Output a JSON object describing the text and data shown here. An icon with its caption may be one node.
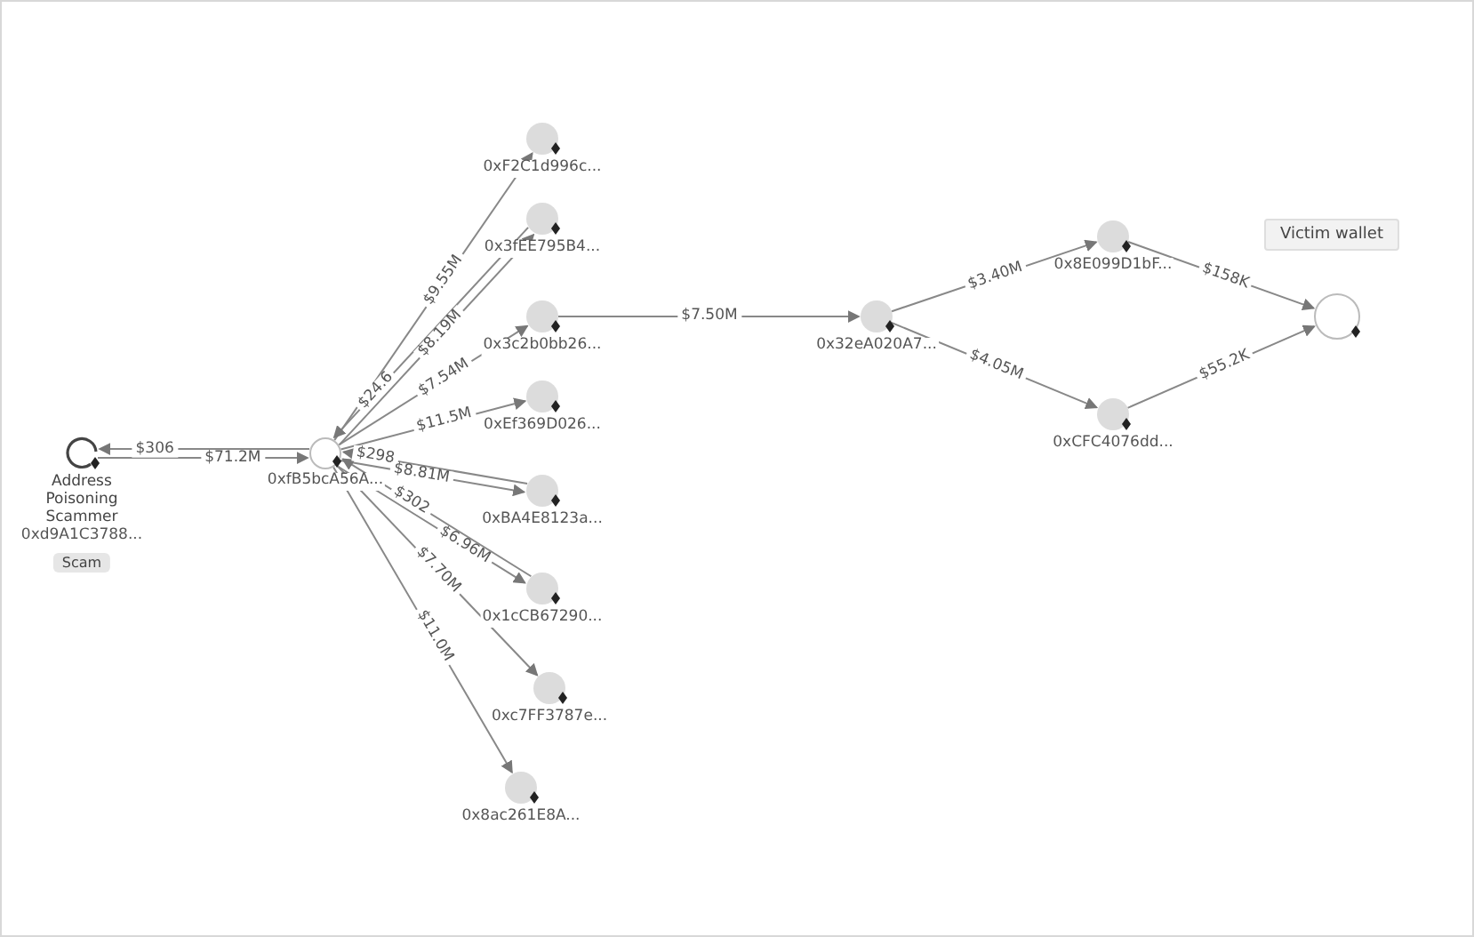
{
  "diagram": {
    "nodes": [
      {
        "text": [
          "Address Poisoning Scammer",
          "0xd9A1C3788...",
          "Scam"
        ]
      },
      {
        "text": [
          "0xfB5bcA56A..."
        ]
      },
      {
        "text": [
          "0xF2C1d996c..."
        ]
      },
      {
        "text": [
          "0x3fEE795B4..."
        ]
      },
      {
        "text": [
          "0x3c2b0bb26..."
        ]
      },
      {
        "text": [
          "0xEf369D026..."
        ]
      },
      {
        "text": [
          "0xBA4E8123a..."
        ]
      },
      {
        "text": [
          "0x1cCB67290..."
        ]
      },
      {
        "text": [
          "0xc7FF3787e..."
        ]
      },
      {
        "text": [
          "0x8ac261E8A..."
        ]
      },
      {
        "text": [
          "0x32eA020A7..."
        ]
      },
      {
        "text": [
          "0x8E099D1bF..."
        ]
      },
      {
        "text": [
          "0xCFC4076dd..."
        ]
      },
      {
        "text": [],
        "shape": "circle"
      },
      {
        "text": [
          "Victim wallet"
        ]
      }
    ],
    "edges": [
      {
        "from": 1,
        "to": 0,
        "arrow": "to",
        "label": "$306"
      },
      {
        "from": 0,
        "to": 1,
        "arrow": "to",
        "label": "$71.2M"
      },
      {
        "from": 1,
        "to": 2,
        "arrow": "to",
        "label": "$9.55M"
      },
      {
        "from": 3,
        "to": 1,
        "arrow": "to",
        "label": "$24.6"
      },
      {
        "from": 1,
        "to": 3,
        "arrow": "to",
        "label": "$8.19M"
      },
      {
        "from": 1,
        "to": 4,
        "arrow": "to",
        "label": "$7.54M"
      },
      {
        "from": 1,
        "to": 5,
        "arrow": "to",
        "label": "$11.5M"
      },
      {
        "from": 6,
        "to": 1,
        "arrow": "to",
        "label": "$298"
      },
      {
        "from": 1,
        "to": 6,
        "arrow": "to",
        "label": "$8.81M"
      },
      {
        "from": 7,
        "to": 1,
        "arrow": "to",
        "label": "$302"
      },
      {
        "from": 1,
        "to": 7,
        "arrow": "to",
        "label": "$6.96M"
      },
      {
        "from": 1,
        "to": 8,
        "arrow": "to",
        "label": "$7.70M"
      },
      {
        "from": 1,
        "to": 9,
        "arrow": "to",
        "label": "$11.0M"
      },
      {
        "from": 4,
        "to": 10,
        "arrow": "to",
        "label": "$7.50M"
      },
      {
        "from": 10,
        "to": 11,
        "arrow": "to",
        "label": "$3.40M"
      },
      {
        "from": 10,
        "to": 12,
        "arrow": "to",
        "label": "$4.05M"
      },
      {
        "from": 11,
        "to": 13,
        "arrow": "to",
        "label": "$158K"
      },
      {
        "from": 12,
        "to": 13,
        "arrow": "to",
        "label": "$55.2K"
      }
    ]
  }
}
